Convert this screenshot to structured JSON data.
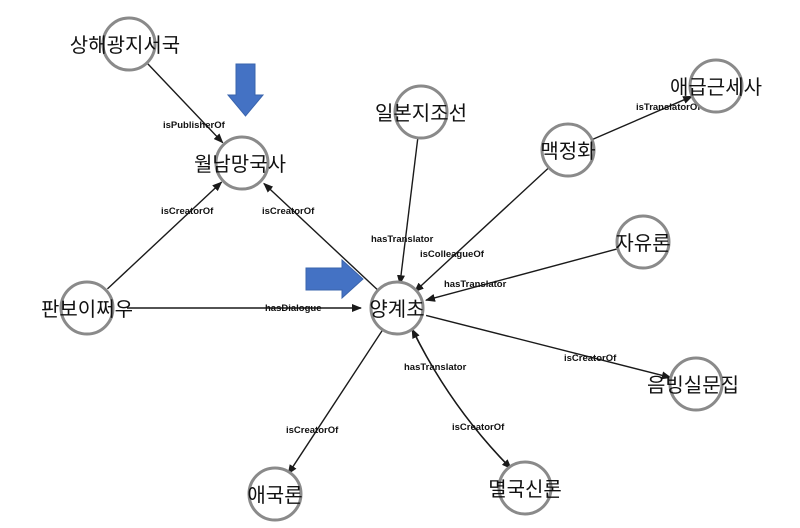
{
  "nodes": [
    {
      "id": "n1",
      "label": "상해광지서국"
    },
    {
      "id": "n2",
      "label": "월남망국사"
    },
    {
      "id": "n3",
      "label": "일본지조선"
    },
    {
      "id": "n4",
      "label": "애급근세사"
    },
    {
      "id": "n5",
      "label": "맥정화"
    },
    {
      "id": "n6",
      "label": "자유론"
    },
    {
      "id": "n7",
      "label": "판보이쩌우"
    },
    {
      "id": "n8",
      "label": "양계초"
    },
    {
      "id": "n9",
      "label": "음빙실문집"
    },
    {
      "id": "n10",
      "label": "애국론"
    },
    {
      "id": "n11",
      "label": "멸국신론"
    }
  ],
  "edges": [
    {
      "id": "e1",
      "from": "n1",
      "to": "n2",
      "label": "isPublisherOf"
    },
    {
      "id": "e2",
      "from": "n7",
      "to": "n2",
      "label": "isCreatorOf"
    },
    {
      "id": "e3",
      "from": "n8",
      "to": "n2",
      "label": "isCreatorOf"
    },
    {
      "id": "e4",
      "from": "n3",
      "to": "n8",
      "label": "hasTranslator"
    },
    {
      "id": "e5",
      "from": "n5",
      "to": "n8",
      "label": "isColleagueOf"
    },
    {
      "id": "e6",
      "from": "n5",
      "to": "n4",
      "label": "isTranslatorOf"
    },
    {
      "id": "e7",
      "from": "n6",
      "to": "n8",
      "label": "hasTranslator"
    },
    {
      "id": "e8",
      "from": "n7",
      "to": "n8",
      "label": "hasDialogue"
    },
    {
      "id": "e9",
      "from": "n8",
      "to": "n9",
      "label": "isCreatorOf"
    },
    {
      "id": "e10",
      "from": "n8",
      "to": "n10",
      "label": "isCreatorOf"
    },
    {
      "id": "e11",
      "from": "n11",
      "to": "n8",
      "label": "hasTranslator"
    },
    {
      "id": "e12",
      "from": "n8",
      "to": "n11",
      "label": "isCreatorOf"
    }
  ],
  "highlight_markers": [
    {
      "target": "n2",
      "direction": "down",
      "color": "#4472c4"
    },
    {
      "target": "n8",
      "direction": "right",
      "color": "#4472c4"
    }
  ]
}
